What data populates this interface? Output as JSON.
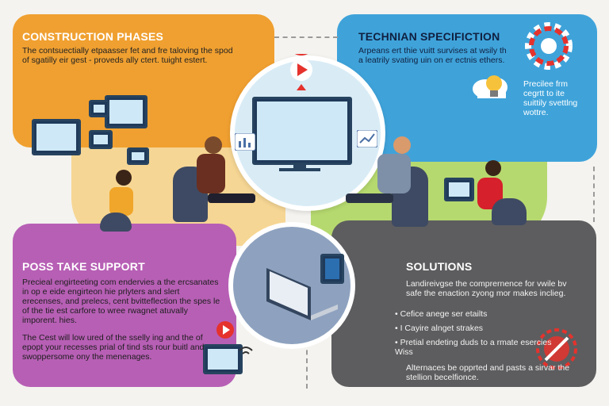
{
  "panels": {
    "construction": {
      "title": "CONSTRUCTION PHASES",
      "body": "The contsuectially etpaasser fet and fre taloving the spod of sgatilly eir gest - proveds ally ctert. tuight estert."
    },
    "technician": {
      "title": "TECHNIAN SPECIFICTION",
      "body": "Arpeans ert thie vuitt survises at wsily th a leatrily svating uin on er ectnis ethers.",
      "side_text": "Precilee frm cegrtt to ite suittily svettlng wottre."
    },
    "support": {
      "title": "POSS TAKE SUPPORT",
      "body1": "Precieal engirteeting com endervies a the ercsanates in op e eide engirteon hie prlyters and slert erecenses, and prelecs, cent bvitteflection the spes le of the tie est carfore to wree rwagnet atuvally imporent. hies.",
      "body2": "The Cest will low ured of the sselly ing and the of epopt your recesses prial of tind sts rour buitl and swoppersome ony the menenages."
    },
    "solutions": {
      "title": "SOLUTIONS",
      "body": "Landireivgse the comprernence for vwile bv safe the enaction zyong mor makes inclieg.",
      "bullets": [
        "Cefice anege ser etailts",
        "I Cayire alnget strakes",
        "Pretial endeting duds to a rmate esercies Wiss"
      ],
      "footer": "Alternaces be opprted and pasts a sirvar the stellion becelfionce."
    }
  },
  "colors": {
    "orange": "#f0a030",
    "blue": "#3fa3da",
    "purple": "#b75fb5",
    "gray": "#5d5d5f",
    "yellow": "#f6d694",
    "green": "#b6d96f",
    "accent_red": "#e5322d"
  },
  "icons": [
    "play-icon",
    "gear-icon",
    "lightbulb-icon",
    "cloud-icon",
    "chart-icon",
    "laptop-icon",
    "wifi-icon",
    "no-entry-icon"
  ]
}
